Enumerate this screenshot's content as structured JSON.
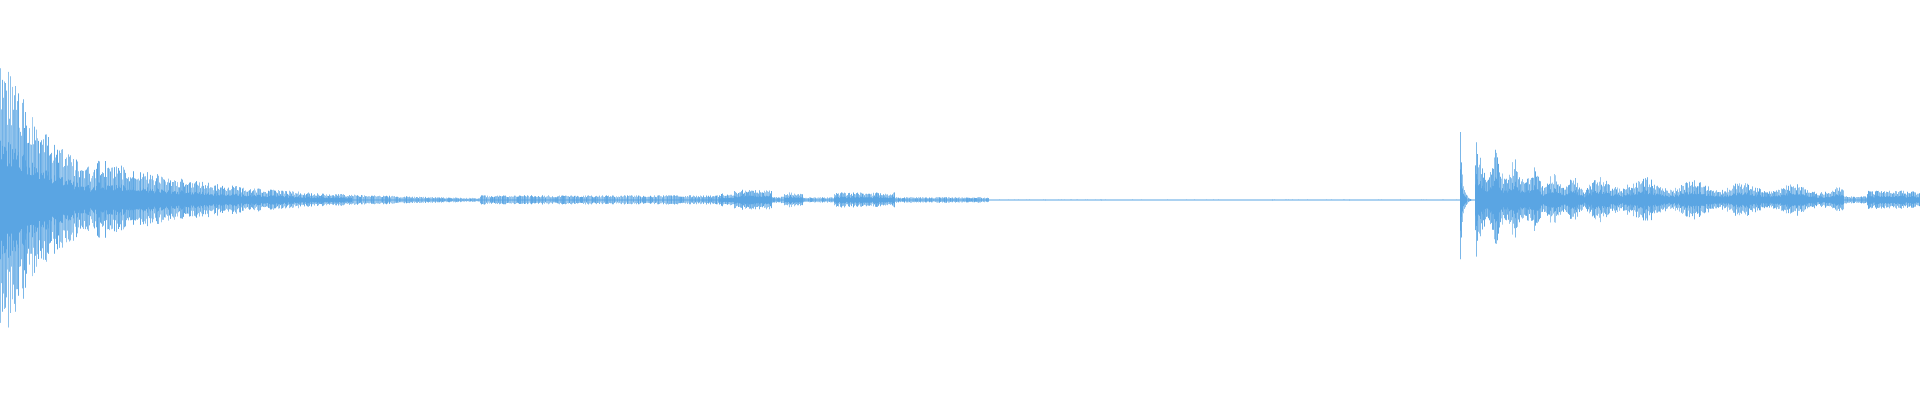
{
  "waveform": {
    "color": "#5aa5e3",
    "background": "#ffffff",
    "segments": [
      {
        "start": 0.0,
        "end": 0.05,
        "peak": 0.78,
        "decay": 1.6,
        "osc": 0.0
      },
      {
        "start": 0.05,
        "end": 0.25,
        "peak": 0.22,
        "decay": 3.0,
        "osc": 0.0
      },
      {
        "start": 0.25,
        "end": 0.374,
        "peak": 0.025,
        "decay": 0.0,
        "osc": 0.0
      },
      {
        "start": 0.374,
        "end": 0.382,
        "peak": 0.035,
        "decay": 0.0,
        "osc": 0.0
      },
      {
        "start": 0.382,
        "end": 0.402,
        "peak": 0.055,
        "decay": 0.0,
        "osc": 0.0
      },
      {
        "start": 0.402,
        "end": 0.408,
        "peak": 0.02,
        "decay": 0.0,
        "osc": 0.0
      },
      {
        "start": 0.408,
        "end": 0.418,
        "peak": 0.04,
        "decay": 0.0,
        "osc": 0.0
      },
      {
        "start": 0.418,
        "end": 0.434,
        "peak": 0.015,
        "decay": 0.0,
        "osc": 0.0
      },
      {
        "start": 0.434,
        "end": 0.466,
        "peak": 0.04,
        "decay": 0.0,
        "osc": 0.0
      },
      {
        "start": 0.466,
        "end": 0.515,
        "peak": 0.015,
        "decay": 0.0,
        "osc": 0.0
      },
      {
        "start": 0.515,
        "end": 0.76,
        "peak": 0.003,
        "decay": 0.0,
        "osc": 0.0
      },
      {
        "start": 0.76,
        "end": 0.768,
        "peak": 0.55,
        "decay": 6.0,
        "osc": 0.0
      },
      {
        "start": 0.768,
        "end": 0.83,
        "peak": 0.33,
        "decay": 1.2,
        "osc": 6.0
      },
      {
        "start": 0.83,
        "end": 0.96,
        "peak": 0.14,
        "decay": 0.6,
        "osc": 5.0
      },
      {
        "start": 0.96,
        "end": 0.972,
        "peak": 0.02,
        "decay": 0.0,
        "osc": 0.0
      },
      {
        "start": 0.972,
        "end": 1.0,
        "peak": 0.05,
        "decay": 0.0,
        "osc": 0.0
      }
    ]
  }
}
